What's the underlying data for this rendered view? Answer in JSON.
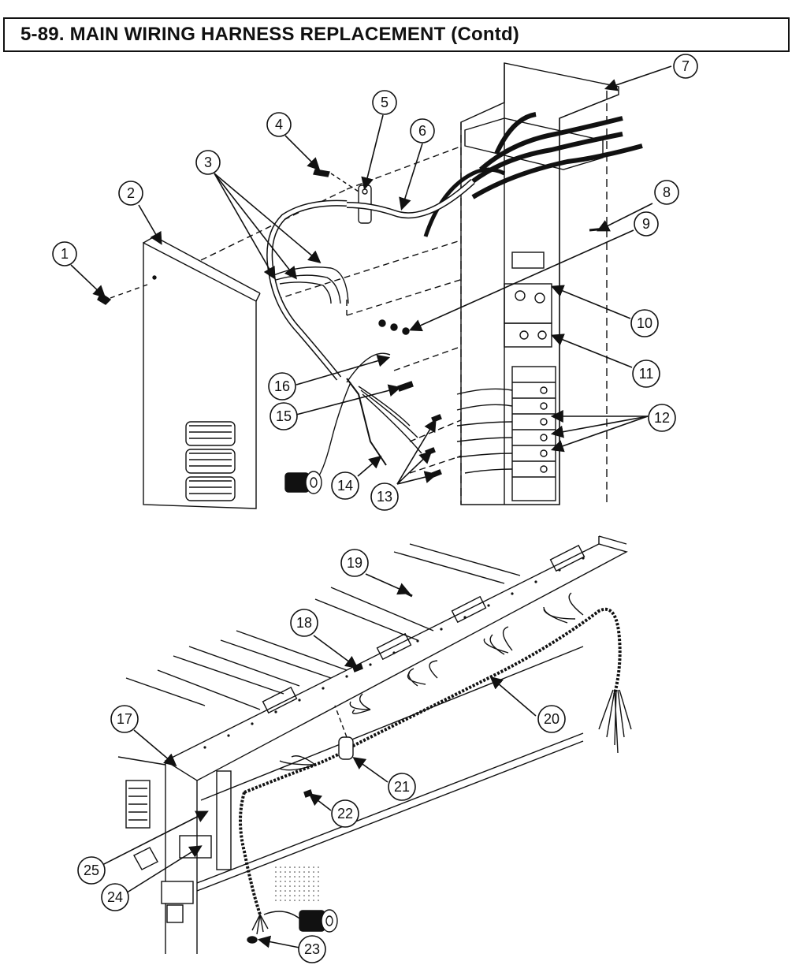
{
  "header": {
    "title": "5-89. MAIN WIRING HARNESS REPLACEMENT (Contd)"
  },
  "callouts": [
    "1",
    "2",
    "3",
    "4",
    "5",
    "6",
    "7",
    "8",
    "9",
    "10",
    "11",
    "12",
    "13",
    "14",
    "15",
    "16",
    "17",
    "18",
    "19",
    "20",
    "21",
    "22",
    "23",
    "24",
    "25"
  ],
  "footer": {
    "code": ""
  },
  "colors": {
    "ink": "#111111",
    "paper": "#ffffff"
  }
}
